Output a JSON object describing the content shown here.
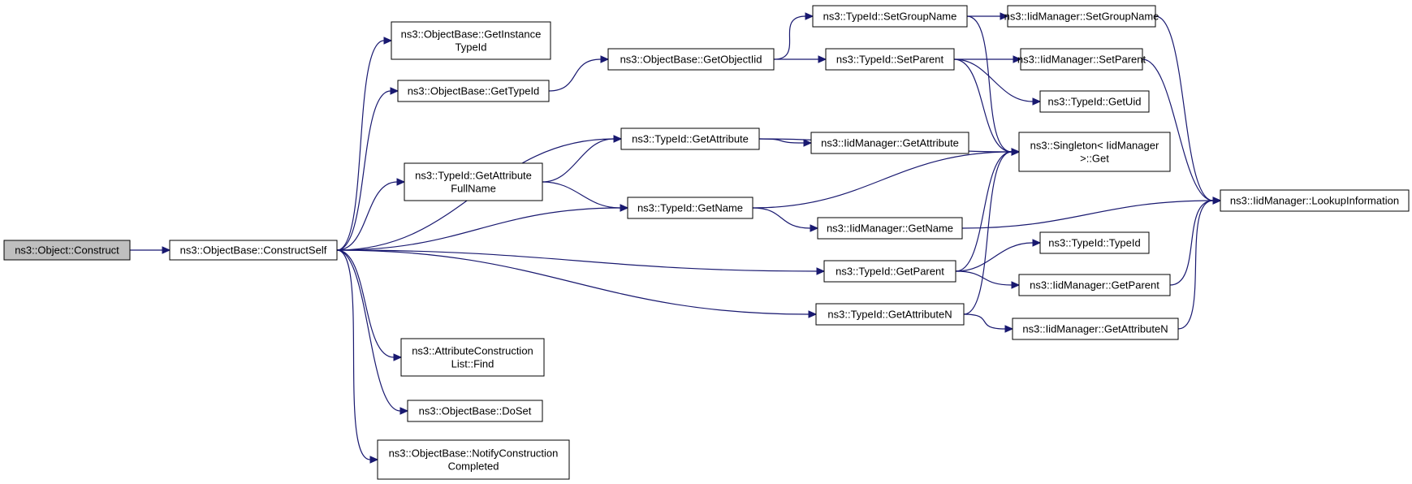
{
  "colors": {
    "edge": "#191970",
    "node_border": "#000000",
    "root_fill": "#bfbfbf",
    "node_fill": "#ffffff"
  },
  "nodes": {
    "construct": [
      "ns3::Object::Construct"
    ],
    "construct_self": [
      "ns3::ObjectBase::ConstructSelf"
    ],
    "get_instance_typeid": [
      "ns3::ObjectBase::GetInstance",
      "TypeId"
    ],
    "get_typeid": [
      "ns3::ObjectBase::GetTypeId"
    ],
    "get_attribute_fullname": [
      "ns3::TypeId::GetAttribute",
      "FullName"
    ],
    "attr_list_find": [
      "ns3::AttributeConstruction",
      "List::Find"
    ],
    "do_set": [
      "ns3::ObjectBase::DoSet"
    ],
    "notify_construction": [
      "ns3::ObjectBase::NotifyConstruction",
      "Completed"
    ],
    "get_object_iid": [
      "ns3::ObjectBase::GetObjectIid"
    ],
    "tid_get_attribute": [
      "ns3::TypeId::GetAttribute"
    ],
    "tid_get_name": [
      "ns3::TypeId::GetName"
    ],
    "tid_set_group_name": [
      "ns3::TypeId::SetGroupName"
    ],
    "tid_set_parent": [
      "ns3::TypeId::SetParent"
    ],
    "iid_get_attribute": [
      "ns3::IidManager::GetAttribute"
    ],
    "iid_get_name": [
      "ns3::IidManager::GetName"
    ],
    "tid_get_parent": [
      "ns3::TypeId::GetParent"
    ],
    "tid_get_attribute_n": [
      "ns3::TypeId::GetAttributeN"
    ],
    "iid_set_group_name": [
      "ns3::IidManager::SetGroupName"
    ],
    "iid_set_parent": [
      "ns3::IidManager::SetParent"
    ],
    "tid_get_uid": [
      "ns3::TypeId::GetUid"
    ],
    "singleton_get": [
      "ns3::Singleton< IidManager",
      ">::Get"
    ],
    "tid_typeid": [
      "ns3::TypeId::TypeId"
    ],
    "iid_get_parent": [
      "ns3::IidManager::GetParent"
    ],
    "iid_get_attribute_n": [
      "ns3::IidManager::GetAttributeN"
    ],
    "iid_lookup_information": [
      "ns3::IidManager::LookupInformation"
    ]
  },
  "edges": [
    [
      "construct",
      "construct_self"
    ],
    [
      "construct_self",
      "get_instance_typeid"
    ],
    [
      "construct_self",
      "get_typeid"
    ],
    [
      "construct_self",
      "tid_get_attribute"
    ],
    [
      "construct_self",
      "get_attribute_fullname"
    ],
    [
      "construct_self",
      "tid_get_name"
    ],
    [
      "construct_self",
      "tid_get_parent"
    ],
    [
      "construct_self",
      "tid_get_attribute_n"
    ],
    [
      "construct_self",
      "attr_list_find"
    ],
    [
      "construct_self",
      "do_set"
    ],
    [
      "construct_self",
      "notify_construction"
    ],
    [
      "get_typeid",
      "get_object_iid"
    ],
    [
      "get_object_iid",
      "tid_set_group_name"
    ],
    [
      "get_object_iid",
      "tid_set_parent"
    ],
    [
      "get_attribute_fullname",
      "tid_get_attribute"
    ],
    [
      "get_attribute_fullname",
      "tid_get_name"
    ],
    [
      "tid_get_attribute",
      "singleton_get"
    ],
    [
      "tid_get_attribute",
      "iid_get_attribute"
    ],
    [
      "tid_get_name",
      "singleton_get"
    ],
    [
      "tid_get_name",
      "iid_get_name"
    ],
    [
      "tid_set_group_name",
      "iid_set_group_name"
    ],
    [
      "tid_set_group_name",
      "singleton_get"
    ],
    [
      "tid_set_parent",
      "iid_set_parent"
    ],
    [
      "tid_set_parent",
      "tid_get_uid"
    ],
    [
      "tid_set_parent",
      "singleton_get"
    ],
    [
      "tid_get_parent",
      "singleton_get"
    ],
    [
      "tid_get_parent",
      "tid_typeid"
    ],
    [
      "tid_get_parent",
      "iid_get_parent"
    ],
    [
      "tid_get_attribute_n",
      "singleton_get"
    ],
    [
      "tid_get_attribute_n",
      "iid_get_attribute_n"
    ],
    [
      "iid_set_group_name",
      "iid_lookup_information"
    ],
    [
      "iid_set_parent",
      "iid_lookup_information"
    ],
    [
      "iid_get_name",
      "iid_lookup_information"
    ],
    [
      "iid_get_parent",
      "iid_lookup_information"
    ],
    [
      "iid_get_attribute_n",
      "iid_lookup_information"
    ]
  ]
}
